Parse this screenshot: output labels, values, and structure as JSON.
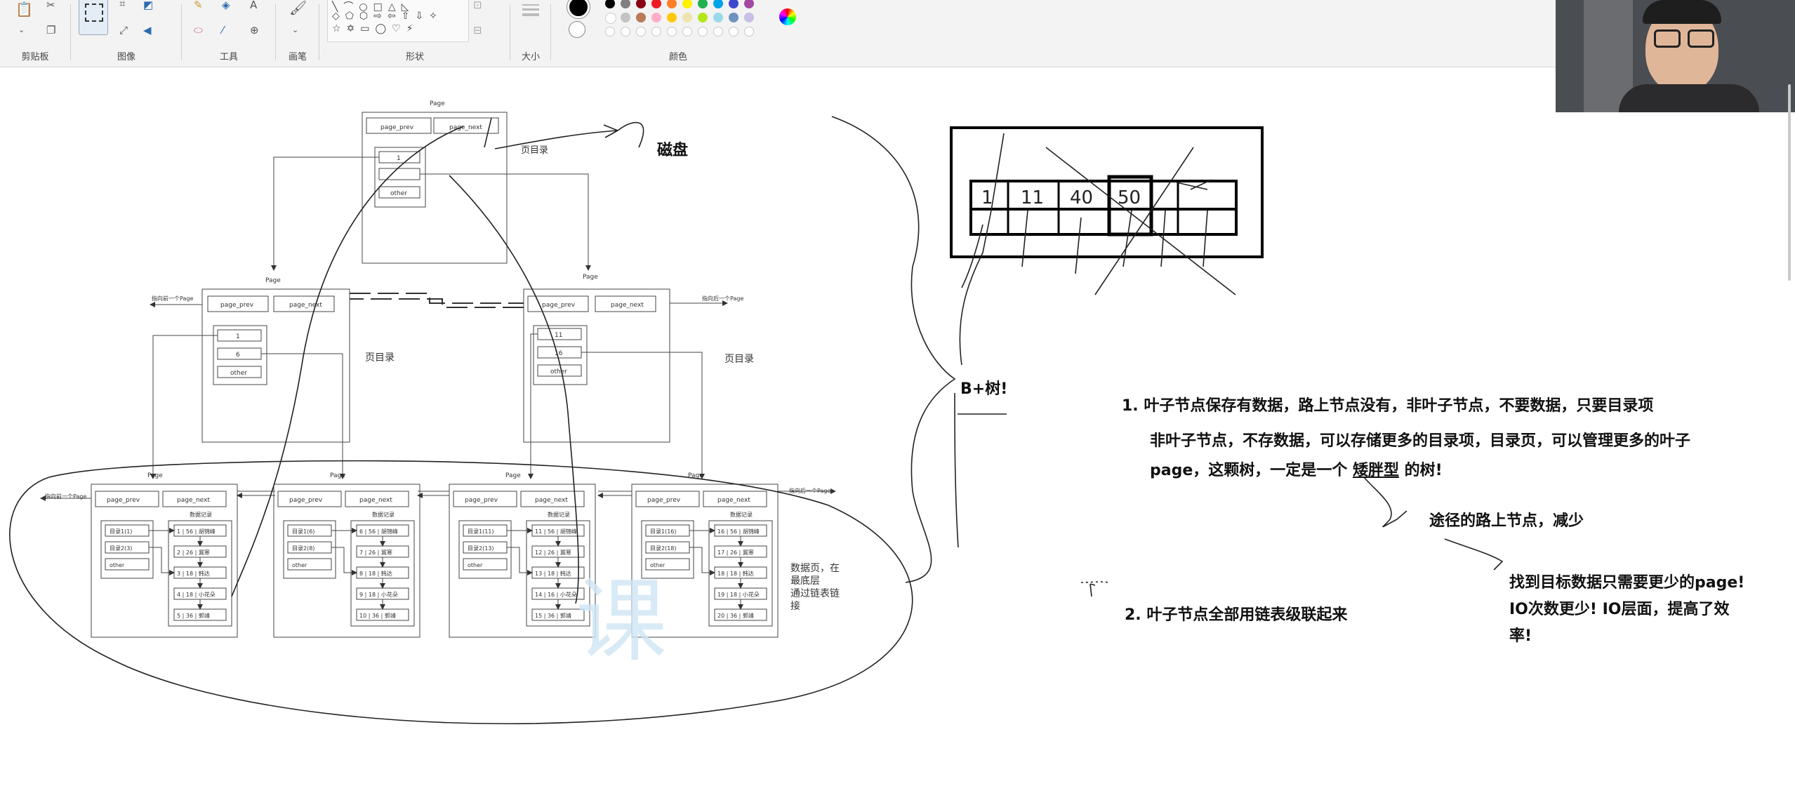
{
  "toolbar": {
    "groups": {
      "clipboard": "剪贴板",
      "image": "图像",
      "tools": "工具",
      "brushes": "画笔",
      "shapes": "形状",
      "size": "大小",
      "colors": "颜色"
    },
    "palette_row1": [
      "#000000",
      "#7f7f7f",
      "#880015",
      "#ed1c24",
      "#ff7f27",
      "#fff200",
      "#22b14c",
      "#00a2e8",
      "#3f48cc",
      "#a349a4"
    ],
    "palette_row2": [
      "#ffffff",
      "#c3c3c3",
      "#b97a57",
      "#ffaec9",
      "#ffc90e",
      "#efe4b0",
      "#b5e61d",
      "#99d9ea",
      "#7092be",
      "#c8bfe7"
    ]
  },
  "diagram": {
    "page": "Page",
    "page_prev": "page_prev",
    "page_next": "page_next",
    "other": "other",
    "root_items": [
      "1",
      "",
      "other"
    ],
    "mid_left_items": [
      "1",
      "6",
      "other"
    ],
    "mid_right_items": [
      "11",
      "16",
      "other"
    ],
    "dir_label": "页目录",
    "dir_label_root": "页目录",
    "disk": "磁盘",
    "prev_page_arrow": "指向前一个Page",
    "next_page_arrow": "指向后一个Page",
    "data_records": "数据记录",
    "leaf1": {
      "dirs": [
        "目录1(1)",
        "目录2(3)",
        "other"
      ],
      "rows": [
        "1 | 56 | 胡锦峰",
        "2 | 26 | 冀寒",
        "3 | 18 | 韩达",
        "4 | 18 | 小花朵",
        "5 | 36 | 郭靖"
      ]
    },
    "leaf2": {
      "dirs": [
        "目录1(6)",
        "目录2(8)",
        "other"
      ],
      "rows": [
        "6 | 56 | 胡锦峰",
        "7 | 26 | 冀寒",
        "8 | 18 | 韩达",
        "9 | 18 | 小花朵",
        "10 | 36 | 郭靖"
      ]
    },
    "leaf3": {
      "dirs": [
        "目录1(11)",
        "目录2(13)",
        "other"
      ],
      "rows": [
        "11 | 56 | 胡锦峰",
        "12 | 26 | 冀寒",
        "13 | 18 | 韩达",
        "14 | 16 | 小花朵",
        "15 | 36 | 郭靖"
      ]
    },
    "leaf4": {
      "dirs": [
        "目录1(16)",
        "目录2(18)",
        "other"
      ],
      "rows": [
        "16 | 56 | 胡锦峰",
        "17 | 26 | 冀寒",
        "18 | 18 | 韩达",
        "19 | 18 | 小花朵",
        "20 | 36 | 郭靖"
      ]
    },
    "leaf_note": [
      "数据页，在",
      "最底层",
      "通过链表链",
      "接"
    ]
  },
  "sketch": {
    "cells": [
      "1",
      "11",
      "40",
      "50",
      "",
      "",
      "",
      "",
      "",
      "",
      "",
      ""
    ]
  },
  "notes": {
    "bplus": "B+树!",
    "point1": "1. 叶子节点保存有数据，路上节点没有，非叶子节点，不要数据，只要目录项",
    "point1_sub_line1": "非叶子节点，不存数据，可以存储更多的目录项，目录页，可以管理更多的叶子",
    "point1_sub_line2_a": "page，这颗树，一定是一个",
    "point1_sub_line2_b": "矮胖型",
    "point1_sub_line2_c": "的树!",
    "fewer_nodes": "途径的路上节点，减少",
    "fewer_pages_line1": "找到目标数据只需要更少的page!",
    "fewer_pages_line2": "IO次数更少! IO层面，提高了效",
    "fewer_pages_line3": "率!",
    "point2": "2. 叶子节点全部用链表级联起来"
  }
}
